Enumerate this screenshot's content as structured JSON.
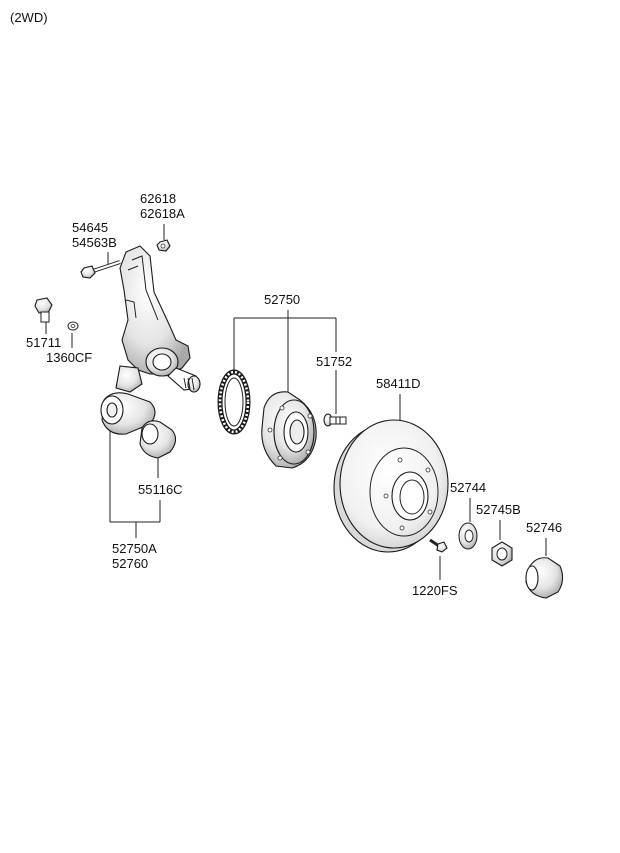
{
  "diagram": {
    "variant": "(2WD)",
    "labels": {
      "p62618": "62618",
      "p62618a": "62618A",
      "p54645": "54645",
      "p54563b": "54563B",
      "p51711": "51711",
      "p1360cf": "1360CF",
      "p52750": "52750",
      "p51752": "51752",
      "p58411d": "58411D",
      "p55116c": "55116C",
      "p52744": "52744",
      "p52745b": "52745B",
      "p52746": "52746",
      "p52750a": "52750A",
      "p52760": "52760",
      "p1220fs": "1220FS"
    }
  }
}
